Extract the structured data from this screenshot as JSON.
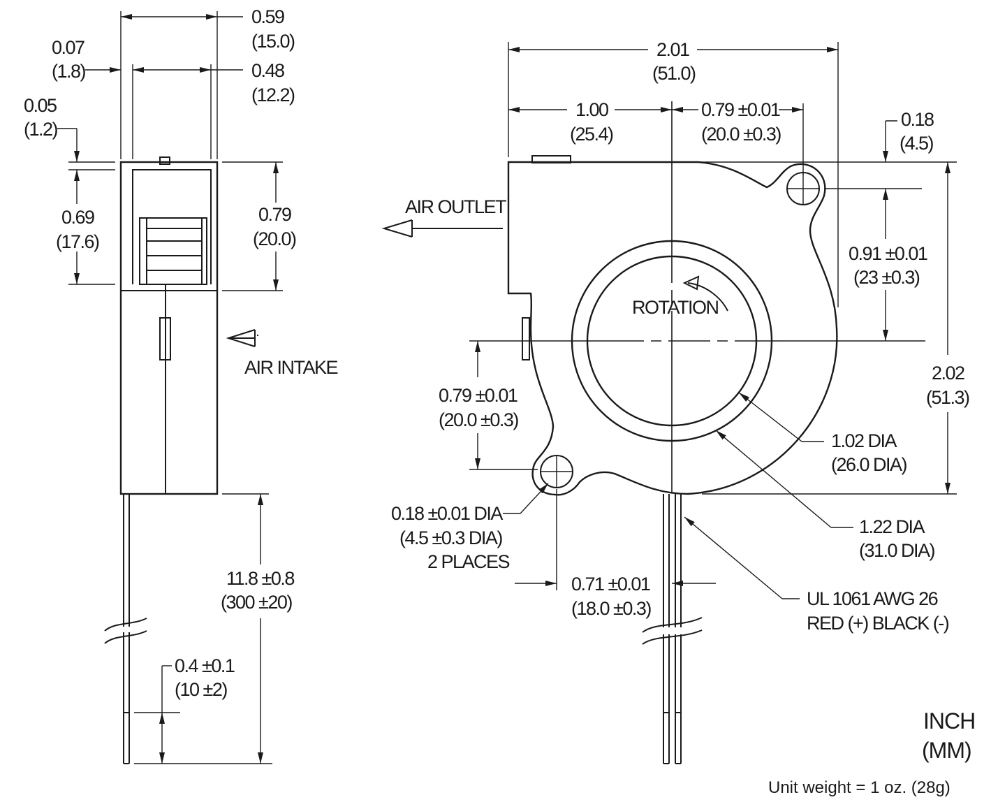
{
  "side_view": {
    "dim_width_in": "0.59",
    "dim_width_mm": "(15.0)",
    "dim_offset_in": "0.07",
    "dim_offset_mm": "(1.8)",
    "dim_inner_in": "0.48",
    "dim_inner_mm": "(12.2)",
    "dim_boss_in": "0.05",
    "dim_boss_mm": "(1.2)",
    "dim_outlet_h_in": "0.69",
    "dim_outlet_h_mm": "(17.6)",
    "dim_top_h_in": "0.79",
    "dim_top_h_mm": "(20.0)",
    "air_intake": "AIR INTAKE",
    "dim_lead_in": "11.8 ±0.8",
    "dim_lead_mm": "(300 ±20)",
    "dim_strip_in": "0.4 ±0.1",
    "dim_strip_mm": "(10 ±2)"
  },
  "front_view": {
    "dim_width_in": "2.01",
    "dim_width_mm": "(51.0)",
    "dim_half_in": "1.00",
    "dim_half_mm": "(25.4)",
    "dim_hole_x_in": "0.79 ±0.01",
    "dim_hole_x_mm": "(20.0 ±0.3)",
    "dim_top_in": "0.18",
    "dim_top_mm": "(4.5)",
    "air_outlet": "AIR OUTLET",
    "rotation": "ROTATION",
    "dim_hole_y_in": "0.91 ±0.01",
    "dim_hole_y_mm": "(23 ±0.3)",
    "dim_height_in": "2.02",
    "dim_height_mm": "(51.3)",
    "dim_hole2_y_in": "0.79 ±0.01",
    "dim_hole2_y_mm": "(20.0 ±0.3)",
    "dim_inner_dia_in": "1.02 DIA",
    "dim_inner_dia_mm": "(26.0 DIA)",
    "dim_outer_dia_in": "1.22 DIA",
    "dim_outer_dia_mm": "(31.0 DIA)",
    "hole_dia_in": "0.18 ±0.01 DIA",
    "hole_dia_mm": "(4.5 ±0.3 DIA)",
    "hole_count": "2 PLACES",
    "dim_hole_lead_in": "0.71 ±0.01",
    "dim_hole_lead_mm": "(18.0 ±0.3)",
    "wire_spec": "UL 1061  AWG 26",
    "wire_colors": "RED (+)  BLACK (-)"
  },
  "units": {
    "primary": "INCH",
    "secondary": "(MM)"
  },
  "unit_weight": "Unit weight = 1 oz. (28g)"
}
